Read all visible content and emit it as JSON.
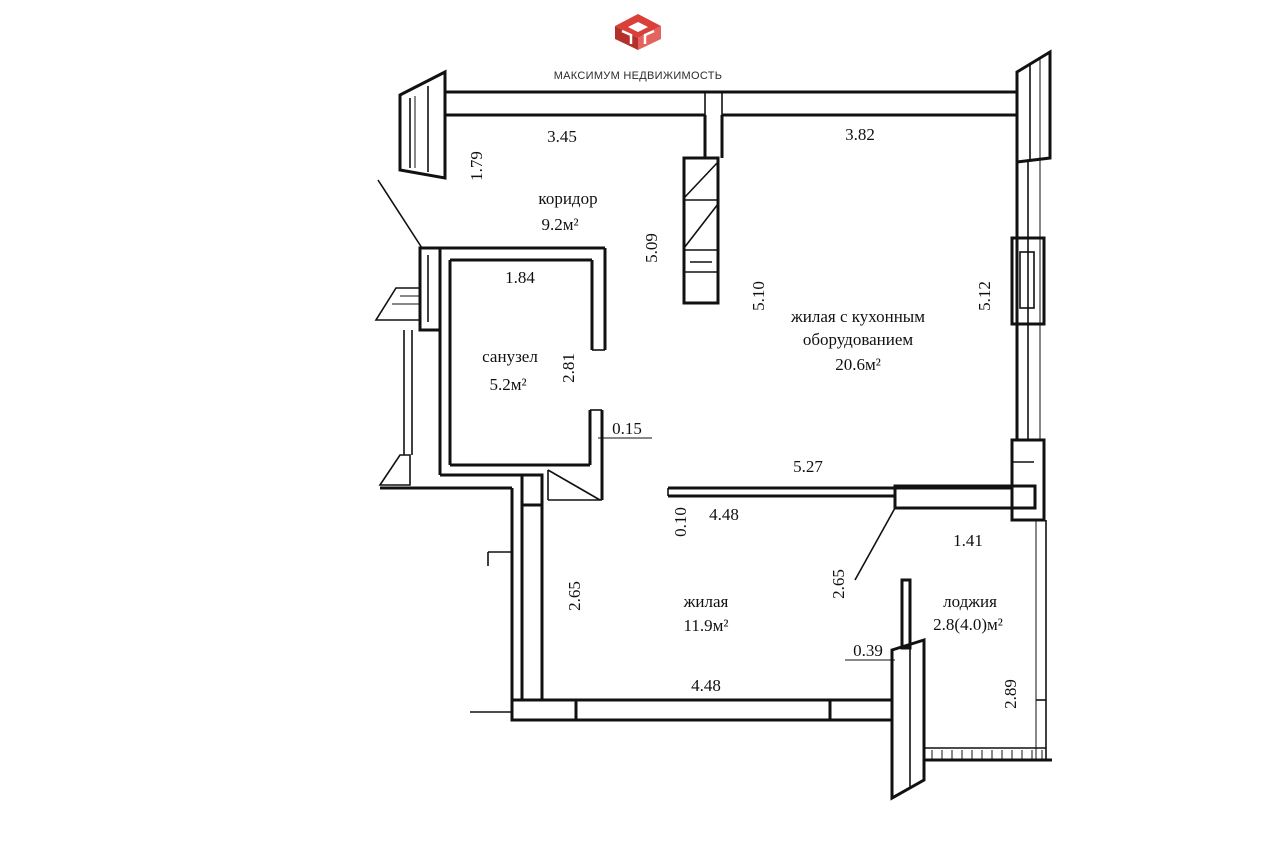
{
  "brand": {
    "name": "МАКСИМУМ НЕДВИЖИМОСТЬ",
    "accent_color": "#d9403a",
    "icon": "logo-cube-icon"
  },
  "rooms": {
    "corridor": {
      "name": "коридор",
      "area": "9.2м²"
    },
    "bathroom": {
      "name": "санузел",
      "area": "5.2м²"
    },
    "living_kitchen": {
      "name_line1": "жилая с кухонным",
      "name_line2": "оборудованием",
      "area": "20.6м²"
    },
    "living": {
      "name": "жилая",
      "area": "11.9м²"
    },
    "loggia": {
      "name": "лоджия",
      "area": "2.8(4.0)м²"
    }
  },
  "dimensions": {
    "corridor_width": "3.45",
    "corridor_depth": "1.79",
    "kitchen_width": "3.82",
    "partition_length": "5.09",
    "kitchen_depth_left": "5.10",
    "kitchen_depth_right": "5.12",
    "bathroom_width": "1.84",
    "bathroom_depth": "2.81",
    "wall_thickness_015": "0.15",
    "partition_length_527": "5.27",
    "partition_thickness": "0.10",
    "living_width_top": "4.48",
    "loggia_width": "1.41",
    "living_depth_left": "2.65",
    "living_depth_right": "2.65",
    "wall_thickness_039": "0.39",
    "living_width_bottom": "4.48",
    "loggia_depth": "2.89"
  }
}
